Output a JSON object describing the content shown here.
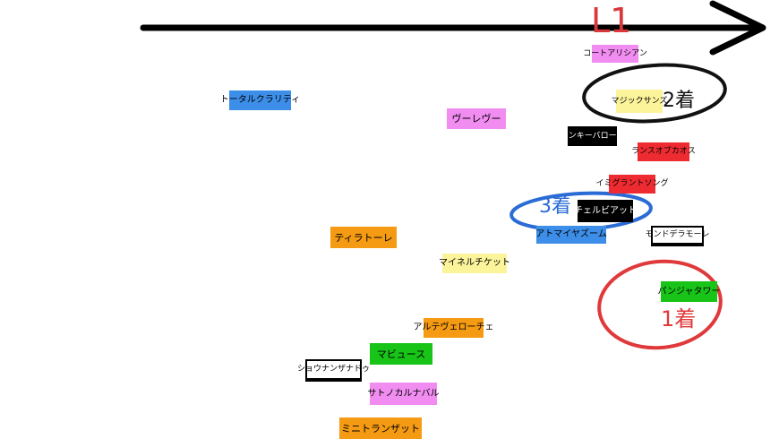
{
  "direction_label": "L1",
  "rank_labels": {
    "first": "1着",
    "second": "2着",
    "third": "3着"
  },
  "horses": {
    "court_alicia": "コートアリシアン",
    "total_quality": "トータルクラリティ",
    "verevu": "ヴーレヴー",
    "magic_sands": "マジックサンズ",
    "yankee_bar_rose": "ヤンキーバローズ",
    "lance_of_chaos": "ランスオブカオス",
    "immigrant_song": "イミグラントソング",
    "chelbiat": "チェルビアット",
    "atomic_zoom": "アトマイヤズーム",
    "monde_de_mole": "モンドデラモーレ",
    "tira_toure": "ティラトーレ",
    "mainel_ticket": "マイネルチケット",
    "panja_tower": "パンジャタワー",
    "alte_velochte": "アルテヴェローチェ",
    "mabeus": "マビュース",
    "shonan_zanado": "ショウナンザナドゥ",
    "sato_no_carnaval": "サトノカルナバル",
    "mini_transat": "ミニトランザット"
  },
  "colors": {
    "arrow": "#000000",
    "circle_first": "#e0393b",
    "circle_second": "#111111",
    "circle_third": "#2a6bd6"
  }
}
